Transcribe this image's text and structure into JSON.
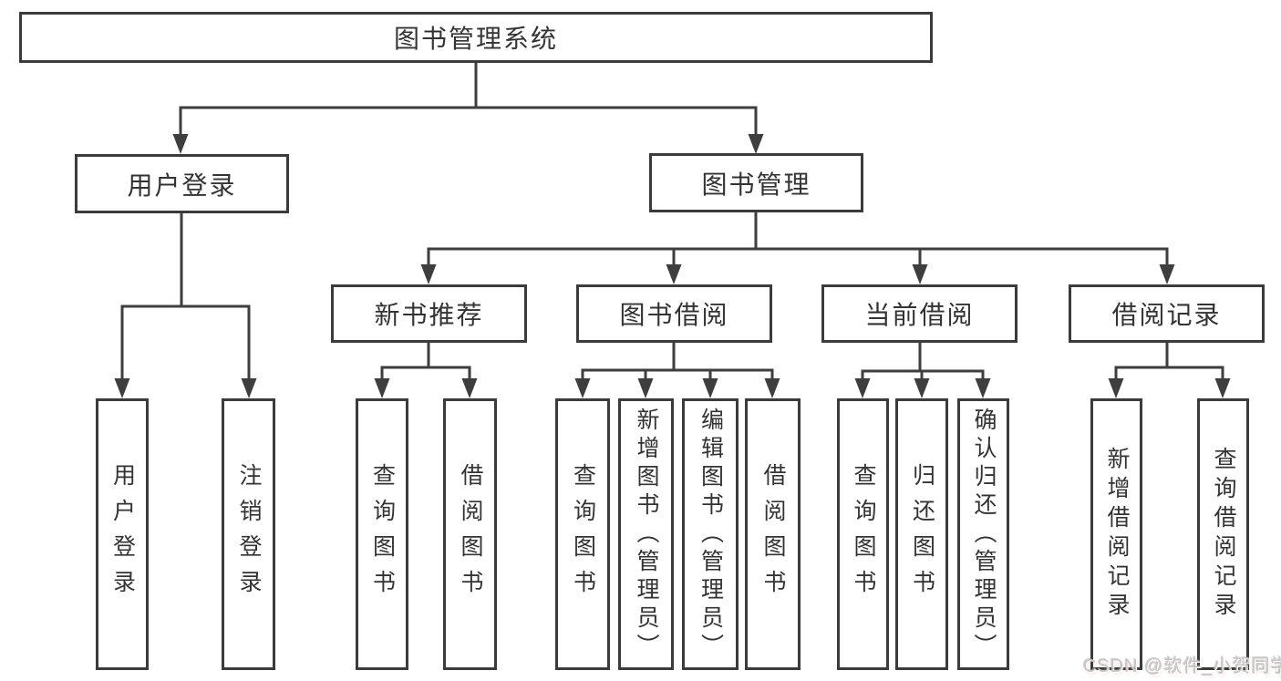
{
  "diagram": {
    "root": {
      "label": "图书管理系统",
      "children": [
        {
          "label": "用户登录",
          "children": [
            {
              "label": "用户登录"
            },
            {
              "label": "注销登录"
            }
          ]
        },
        {
          "label": "图书管理",
          "children": [
            {
              "label": "新书推荐",
              "children": [
                {
                  "label": "查询图书"
                },
                {
                  "label": "借阅图书"
                }
              ]
            },
            {
              "label": "图书借阅",
              "children": [
                {
                  "label": "查询图书"
                },
                {
                  "label": "新增图书（管理员）"
                },
                {
                  "label": "编辑图书（管理员）"
                },
                {
                  "label": "借阅图书"
                }
              ]
            },
            {
              "label": "当前借阅",
              "children": [
                {
                  "label": "查询图书"
                },
                {
                  "label": "归还图书"
                },
                {
                  "label": "确认归还（管理员）"
                }
              ]
            },
            {
              "label": "借阅记录",
              "children": [
                {
                  "label": "新增借阅记录"
                },
                {
                  "label": "查询借阅记录"
                }
              ]
            }
          ]
        }
      ]
    },
    "colors": {
      "line": "#3e3e3e",
      "border": "#3b3b3b",
      "text": "#333333",
      "background": "#ffffff",
      "watermark": "#c7c7c7"
    }
  },
  "watermark": {
    "text": "CSDN @软件_小贺同学"
  }
}
